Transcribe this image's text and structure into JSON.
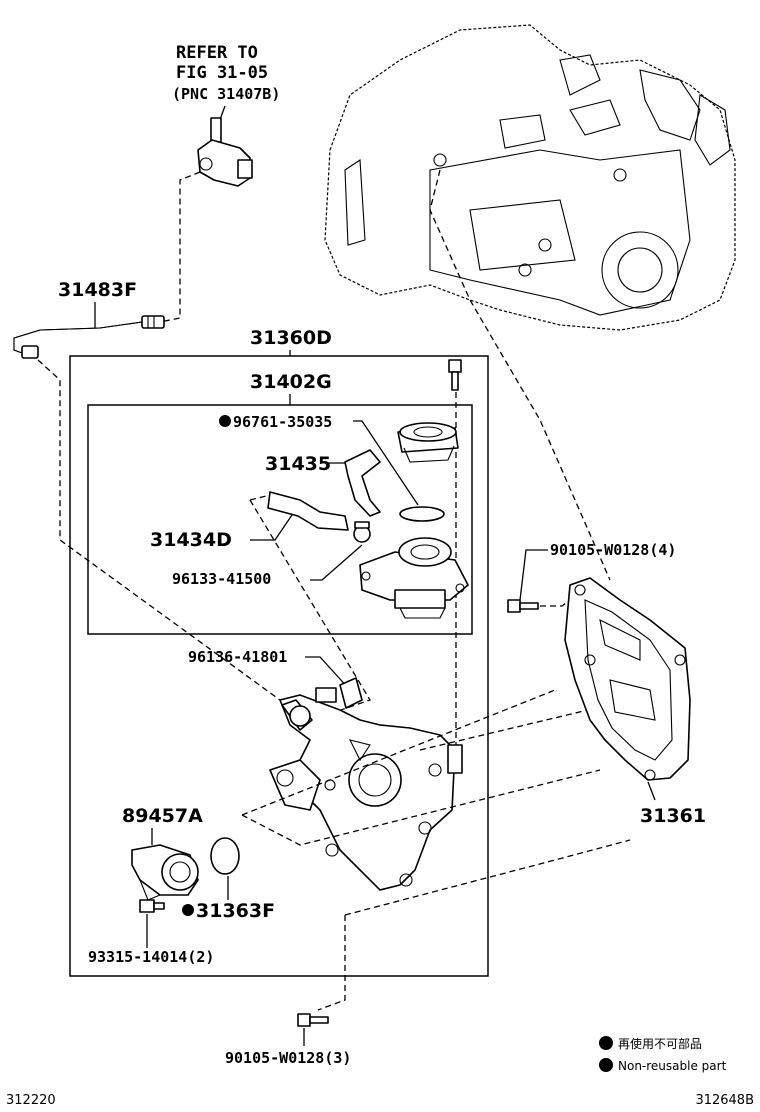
{
  "reference_note": {
    "line1": "REFER TO",
    "line2": "FIG 31-05",
    "line3": "(PNC 31407B)"
  },
  "labels": {
    "p31483F": "31483F",
    "p31360D": "31360D",
    "p31402G": "31402G",
    "p96761": "96761-35035",
    "p31435": "31435",
    "p31434D": "31434D",
    "p96133": "96133-41500",
    "p96136": "96136-41801",
    "p90105_4": "90105-W0128(4)",
    "p89457A": "89457A",
    "p31363F": "31363F",
    "p93315": "93315-14014(2)",
    "p90105_3": "90105-W0128(3)",
    "p31361": "31361"
  },
  "legend": {
    "japanese": "再使用不可部品",
    "english": "Non-reusable part"
  },
  "footer": {
    "left_code": "312220",
    "right_code": "312648B"
  }
}
